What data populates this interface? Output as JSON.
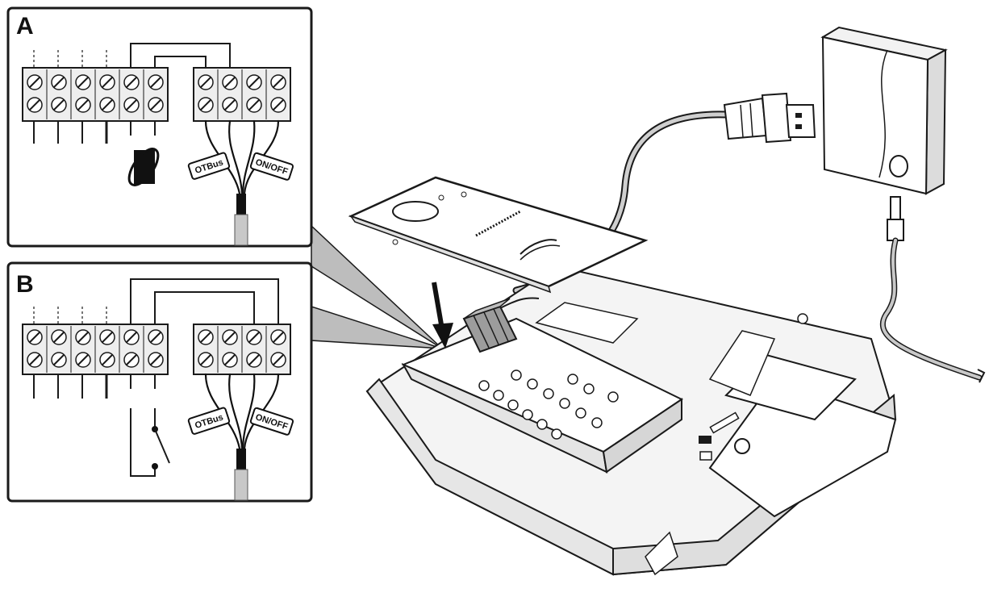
{
  "panels": [
    {
      "id": "A",
      "label": "A",
      "tags": [
        "OTBus",
        "ON/OFF"
      ]
    },
    {
      "id": "B",
      "label": "B",
      "tags": [
        "OTBus",
        "ON/OFF"
      ]
    }
  ],
  "colors": {
    "line": "#1a1a1a",
    "callout_fill": "#bdbdbd",
    "cable": "#c8c8c8"
  },
  "icons": [
    "terminal-block-icon",
    "jumper-loop-icon",
    "switch-icon",
    "usb-plug-icon",
    "receiver-box-icon",
    "arrow-icon"
  ]
}
